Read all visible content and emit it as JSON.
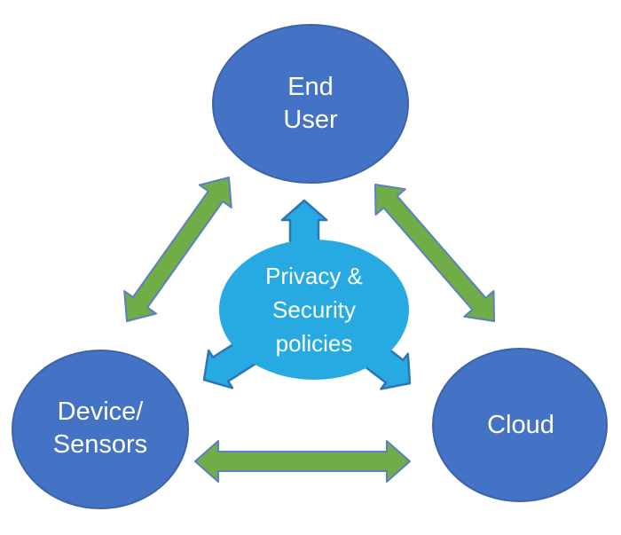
{
  "diagram": {
    "nodes": {
      "end_user": {
        "label": "End\nUser"
      },
      "device_sensors": {
        "label": "Device/\nSensors"
      },
      "cloud": {
        "label": "Cloud"
      }
    },
    "hub": {
      "label": "Privacy &\nSecurity\npolicies"
    },
    "links": [
      {
        "from": "End User",
        "to": "Device/Sensors",
        "style": "green-double-arrow",
        "bidirectional": true
      },
      {
        "from": "End User",
        "to": "Cloud",
        "style": "green-double-arrow",
        "bidirectional": true
      },
      {
        "from": "Device/Sensors",
        "to": "Cloud",
        "style": "green-double-arrow",
        "bidirectional": true
      }
    ],
    "hub_arrows": [
      {
        "from": "Privacy & Security policies",
        "toward": "End User",
        "direction": "up"
      },
      {
        "from": "Privacy & Security policies",
        "toward": "Device/Sensors",
        "direction": "down-left"
      },
      {
        "from": "Privacy & Security policies",
        "toward": "Cloud",
        "direction": "down-right"
      }
    ],
    "colors": {
      "background": "#ffffff",
      "node_fill": "#4472c4",
      "node_border": "#3d63ac",
      "hub_fill": "#27aae1",
      "hub_arrow_border": "#2e75b6",
      "link_fill": "#70ad47",
      "link_border": "#5b7fc4",
      "text": "#ffffff"
    }
  }
}
